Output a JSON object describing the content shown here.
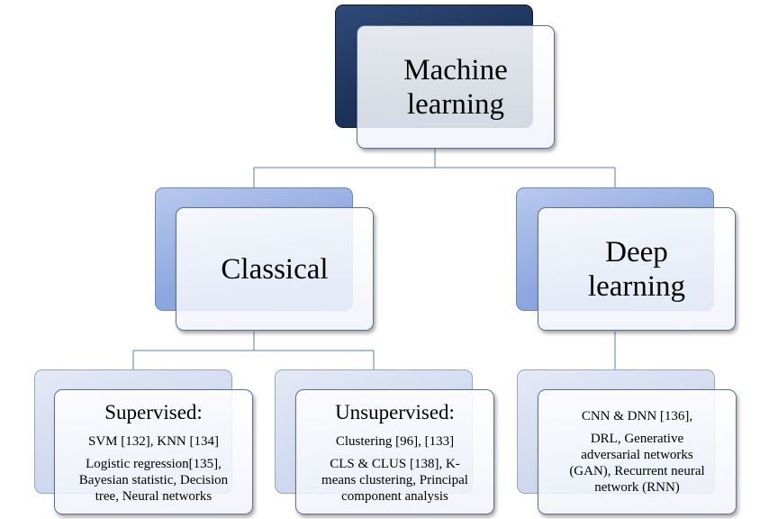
{
  "root": {
    "line1": "Machine",
    "line2": "learning"
  },
  "classical": {
    "label": "Classical"
  },
  "deep": {
    "line1": "Deep",
    "line2": "learning"
  },
  "supervised": {
    "heading": "Supervised:",
    "line1": "SVM [132], KNN [134]",
    "line2": "Logistic regression[135],",
    "line3": "Bayesian statistic, Decision",
    "line4": "tree, Neural networks"
  },
  "unsupervised": {
    "heading": "Unsupervised:",
    "line1": "Clustering [96], [133]",
    "line2": "CLS & CLUS [138], K-",
    "line3": "means clustering, Principal",
    "line4": "component analysis"
  },
  "deep_methods": {
    "line1": "CNN & DNN [136],",
    "line2": "DRL, Generative",
    "line3": "adversarial networks",
    "line4": "(GAN), Recurrent neural",
    "line5": "network (RNN)"
  },
  "colors": {
    "root_back": "#1c3358",
    "level2_back": "#8ea8df",
    "level3_back": "#cfd8ee",
    "connector": "#5f7fb5"
  }
}
